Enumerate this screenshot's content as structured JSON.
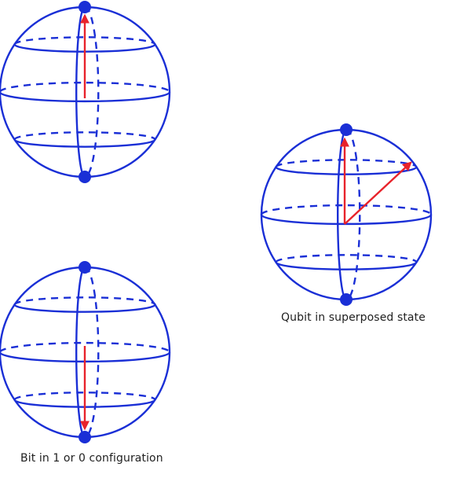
{
  "captions": {
    "bit": "Bit in 1 or 0 configuration",
    "qubit": "Qubit in superposed state"
  },
  "colors": {
    "sphere_stroke": "#1a2fd6",
    "pole_dot": "#1a2fd6",
    "state_arrow": "#e8232b"
  },
  "spheres": [
    {
      "name": "bit-sphere-1",
      "arrow": "up"
    },
    {
      "name": "bit-sphere-0",
      "arrow": "down"
    },
    {
      "name": "qubit-sphere",
      "arrow": "up-and-diagonal"
    }
  ]
}
